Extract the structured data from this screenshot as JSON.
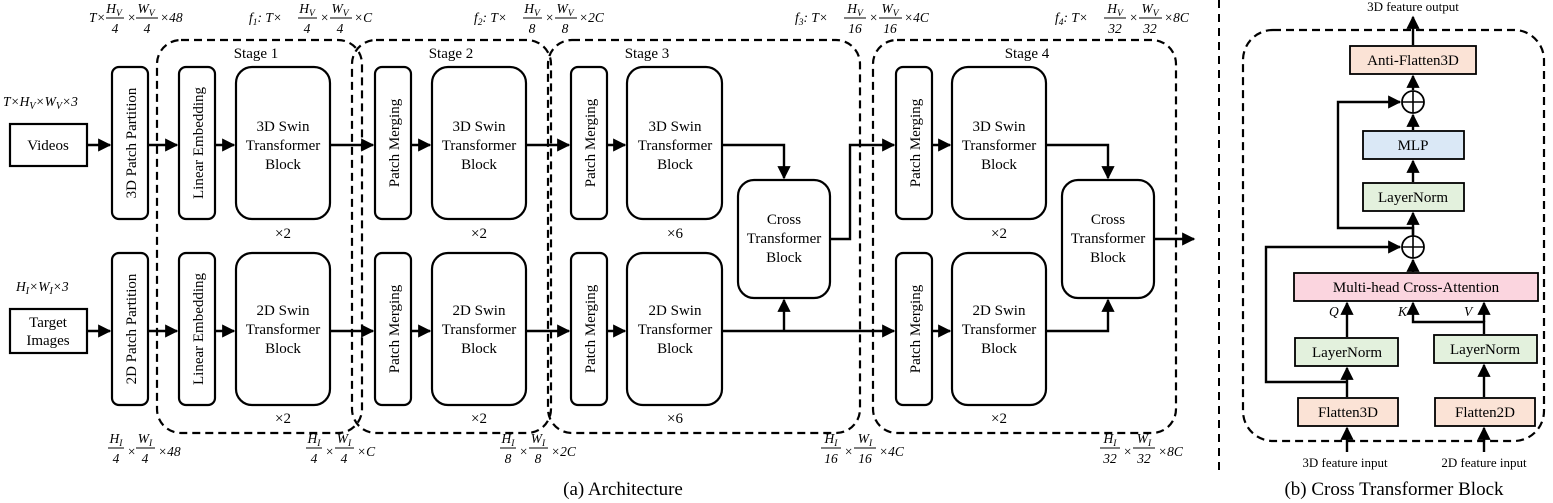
{
  "arch": {
    "stages": [
      "Stage 1",
      "Stage 2",
      "Stage 3",
      "Stage 4"
    ],
    "inputs": {
      "videos": "Videos",
      "target_images_line1": "Target",
      "target_images_line2": "Images"
    },
    "input_dims": {
      "video": "T×H_V×W_V×3",
      "image": "H_I×W_I×3"
    },
    "patch_partition": {
      "video": "3D Patch Partition",
      "image": "2D Patch Partition"
    },
    "linear_embedding": "Linear Embedding",
    "patch_merging": "Patch Merging",
    "swin3d": [
      "3D Swin",
      "Transformer",
      "Block"
    ],
    "swin2d": [
      "2D Swin",
      "Transformer",
      "Block"
    ],
    "cross": [
      "Cross",
      "Transformer",
      "Block"
    ],
    "repeats": {
      "s1_top": "×2",
      "s1_bot": "×2",
      "s2_top": "×2",
      "s2_bot": "×2",
      "s3_top": "×6",
      "s3_bot": "×6",
      "s4_top": "×2",
      "s4_bot": "×2"
    },
    "video_dims": {
      "partition": "T×(H_V/4)×(W_V/4)×48",
      "f1": "f_1: T×(H_V/4)×(W_V/4)×C",
      "f2": "f_2: T×(H_V/8)×(W_V/8)×2C",
      "f3": "f_3: T×(H_V/16)×(W_V/16)×4C",
      "f4": "f_4: T×(H_V/32)×(W_V/32)×8C"
    },
    "image_dims": {
      "partition": "(H_I/4)×(W_I/4)×48",
      "s1": "(H_I/4)×(W_I/4)×C",
      "s2": "(H_I/8)×(W_I/8)×2C",
      "s3": "(H_I/16)×(W_I/16)×4C",
      "s4": "(H_I/32)×(W_I/32)×8C"
    },
    "caption": "(a) Architecture"
  },
  "ctb": {
    "output_label": "3D feature output",
    "anti_flatten": "Anti-Flatten3D",
    "mlp": "MLP",
    "layernorm": "LayerNorm",
    "mhca": "Multi-head Cross-Attention",
    "q": "Q",
    "k": "K",
    "v": "V",
    "flatten3d": "Flatten3D",
    "flatten2d": "Flatten2D",
    "input3d": "3D feature input",
    "input2d": "2D feature input",
    "caption": "(b) Cross Transformer Block",
    "colors": {
      "salmon": "#fbe3d6",
      "blue": "#dae8f6",
      "green": "#e3f1dd",
      "pink": "#fbd5df"
    }
  }
}
